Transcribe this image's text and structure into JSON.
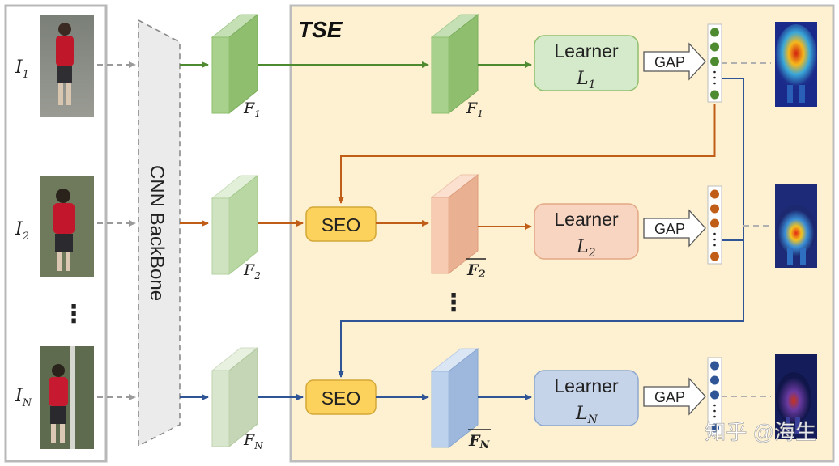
{
  "module_title": "TSE",
  "backbone_label": "CNN BackBone",
  "input_images": [
    {
      "label": "I",
      "sub": "1"
    },
    {
      "label": "I",
      "sub": "2"
    },
    {
      "label": "I",
      "sub": "N"
    }
  ],
  "feature_labels_left": [
    {
      "label": "F",
      "sub": "1"
    },
    {
      "label": "F",
      "sub": "2"
    },
    {
      "label": "F",
      "sub": "N"
    }
  ],
  "feature_labels_right": [
    {
      "label": "F",
      "sub": "1"
    },
    {
      "label": "F",
      "sub": "2"
    },
    {
      "label": "F",
      "sub": "N"
    }
  ],
  "seo_label": "SEO",
  "learner_title": "Learner",
  "learner_labels": [
    {
      "label": "L",
      "sub": "1"
    },
    {
      "label": "L",
      "sub": "2"
    },
    {
      "label": "L",
      "sub": "N"
    }
  ],
  "gap_label": "GAP",
  "ellipsis": "⋮",
  "watermark": "知乎 @海生",
  "colors": {
    "green": "#4e8a30",
    "orange": "#c05d17",
    "blue": "#2f5597",
    "tse_bg": "#fdf1d2",
    "seo_fill": "#fcd15c",
    "learner_green": "#d5eacb",
    "learner_orange": "#f8d5c1",
    "learner_blue": "#c6d4ea"
  }
}
